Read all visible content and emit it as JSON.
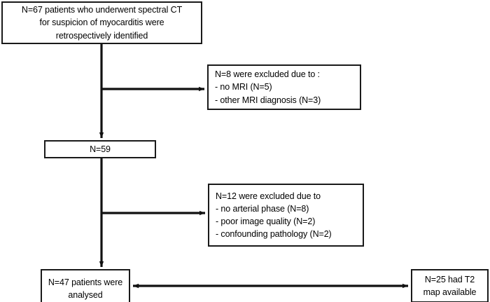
{
  "chart_data": {
    "type": "diagram",
    "title": "Patient selection flowchart",
    "diagram_kind": "flowchart",
    "orientation": "top-to-bottom",
    "colors": {
      "stroke": "#1a1a1a",
      "fill": "#ffffff",
      "text": "#000000"
    },
    "nodes": [
      {
        "id": "source",
        "role": "start",
        "count": 67,
        "lines": [
          "N=67 patients who underwent spectral CT",
          "for suspicion of myocarditis were",
          "retrospectively identified"
        ]
      },
      {
        "id": "excluded-1",
        "role": "exclusion",
        "count": 8,
        "lines": [
          "N=8 were excluded due to :",
          "- no MRI (N=5)",
          "- other MRI diagnosis (N=3)"
        ]
      },
      {
        "id": "remaining",
        "role": "intermediate",
        "count": 59,
        "lines": [
          "N=59"
        ]
      },
      {
        "id": "excluded-2",
        "role": "exclusion",
        "count": 12,
        "lines": [
          "N=12 were excluded due to",
          "- no arterial phase (N=8)",
          "- poor image quality (N=2)",
          "- confounding pathology (N=2)"
        ]
      },
      {
        "id": "analysed",
        "role": "result",
        "count": 47,
        "lines": [
          "N=47 patients were",
          "analysed"
        ]
      },
      {
        "id": "t2map",
        "role": "subgroup",
        "count": 25,
        "lines": [
          "N=25 had T2",
          "map available"
        ]
      }
    ],
    "edges": [
      {
        "from": "source",
        "to": "excluded-1",
        "style": "elbow-right",
        "arrow": "single"
      },
      {
        "from": "source",
        "to": "remaining",
        "style": "vertical",
        "arrow": "single"
      },
      {
        "from": "remaining",
        "to": "excluded-2",
        "style": "elbow-right",
        "arrow": "single"
      },
      {
        "from": "remaining",
        "to": "analysed",
        "style": "vertical",
        "arrow": "single"
      },
      {
        "from": "analysed",
        "to": "t2map",
        "style": "horizontal",
        "arrow": "double"
      }
    ]
  },
  "nodes": {
    "source": {
      "l0": "N=67 patients who underwent spectral CT",
      "l1": "for suspicion of myocarditis were",
      "l2": "retrospectively identified"
    },
    "excluded_1": {
      "l0": "N=8 were excluded due to :",
      "l1": "- no MRI (N=5)",
      "l2": "- other MRI diagnosis (N=3)"
    },
    "remaining": {
      "l0": "N=59"
    },
    "excluded_2": {
      "l0": "N=12 were excluded due to",
      "l1": "- no arterial phase (N=8)",
      "l2": "- poor image quality (N=2)",
      "l3": "- confounding pathology (N=2)"
    },
    "analysed": {
      "l0": "N=47 patients were",
      "l1": "analysed"
    },
    "t2map": {
      "l0": "N=25 had T2",
      "l1": "map available"
    }
  }
}
